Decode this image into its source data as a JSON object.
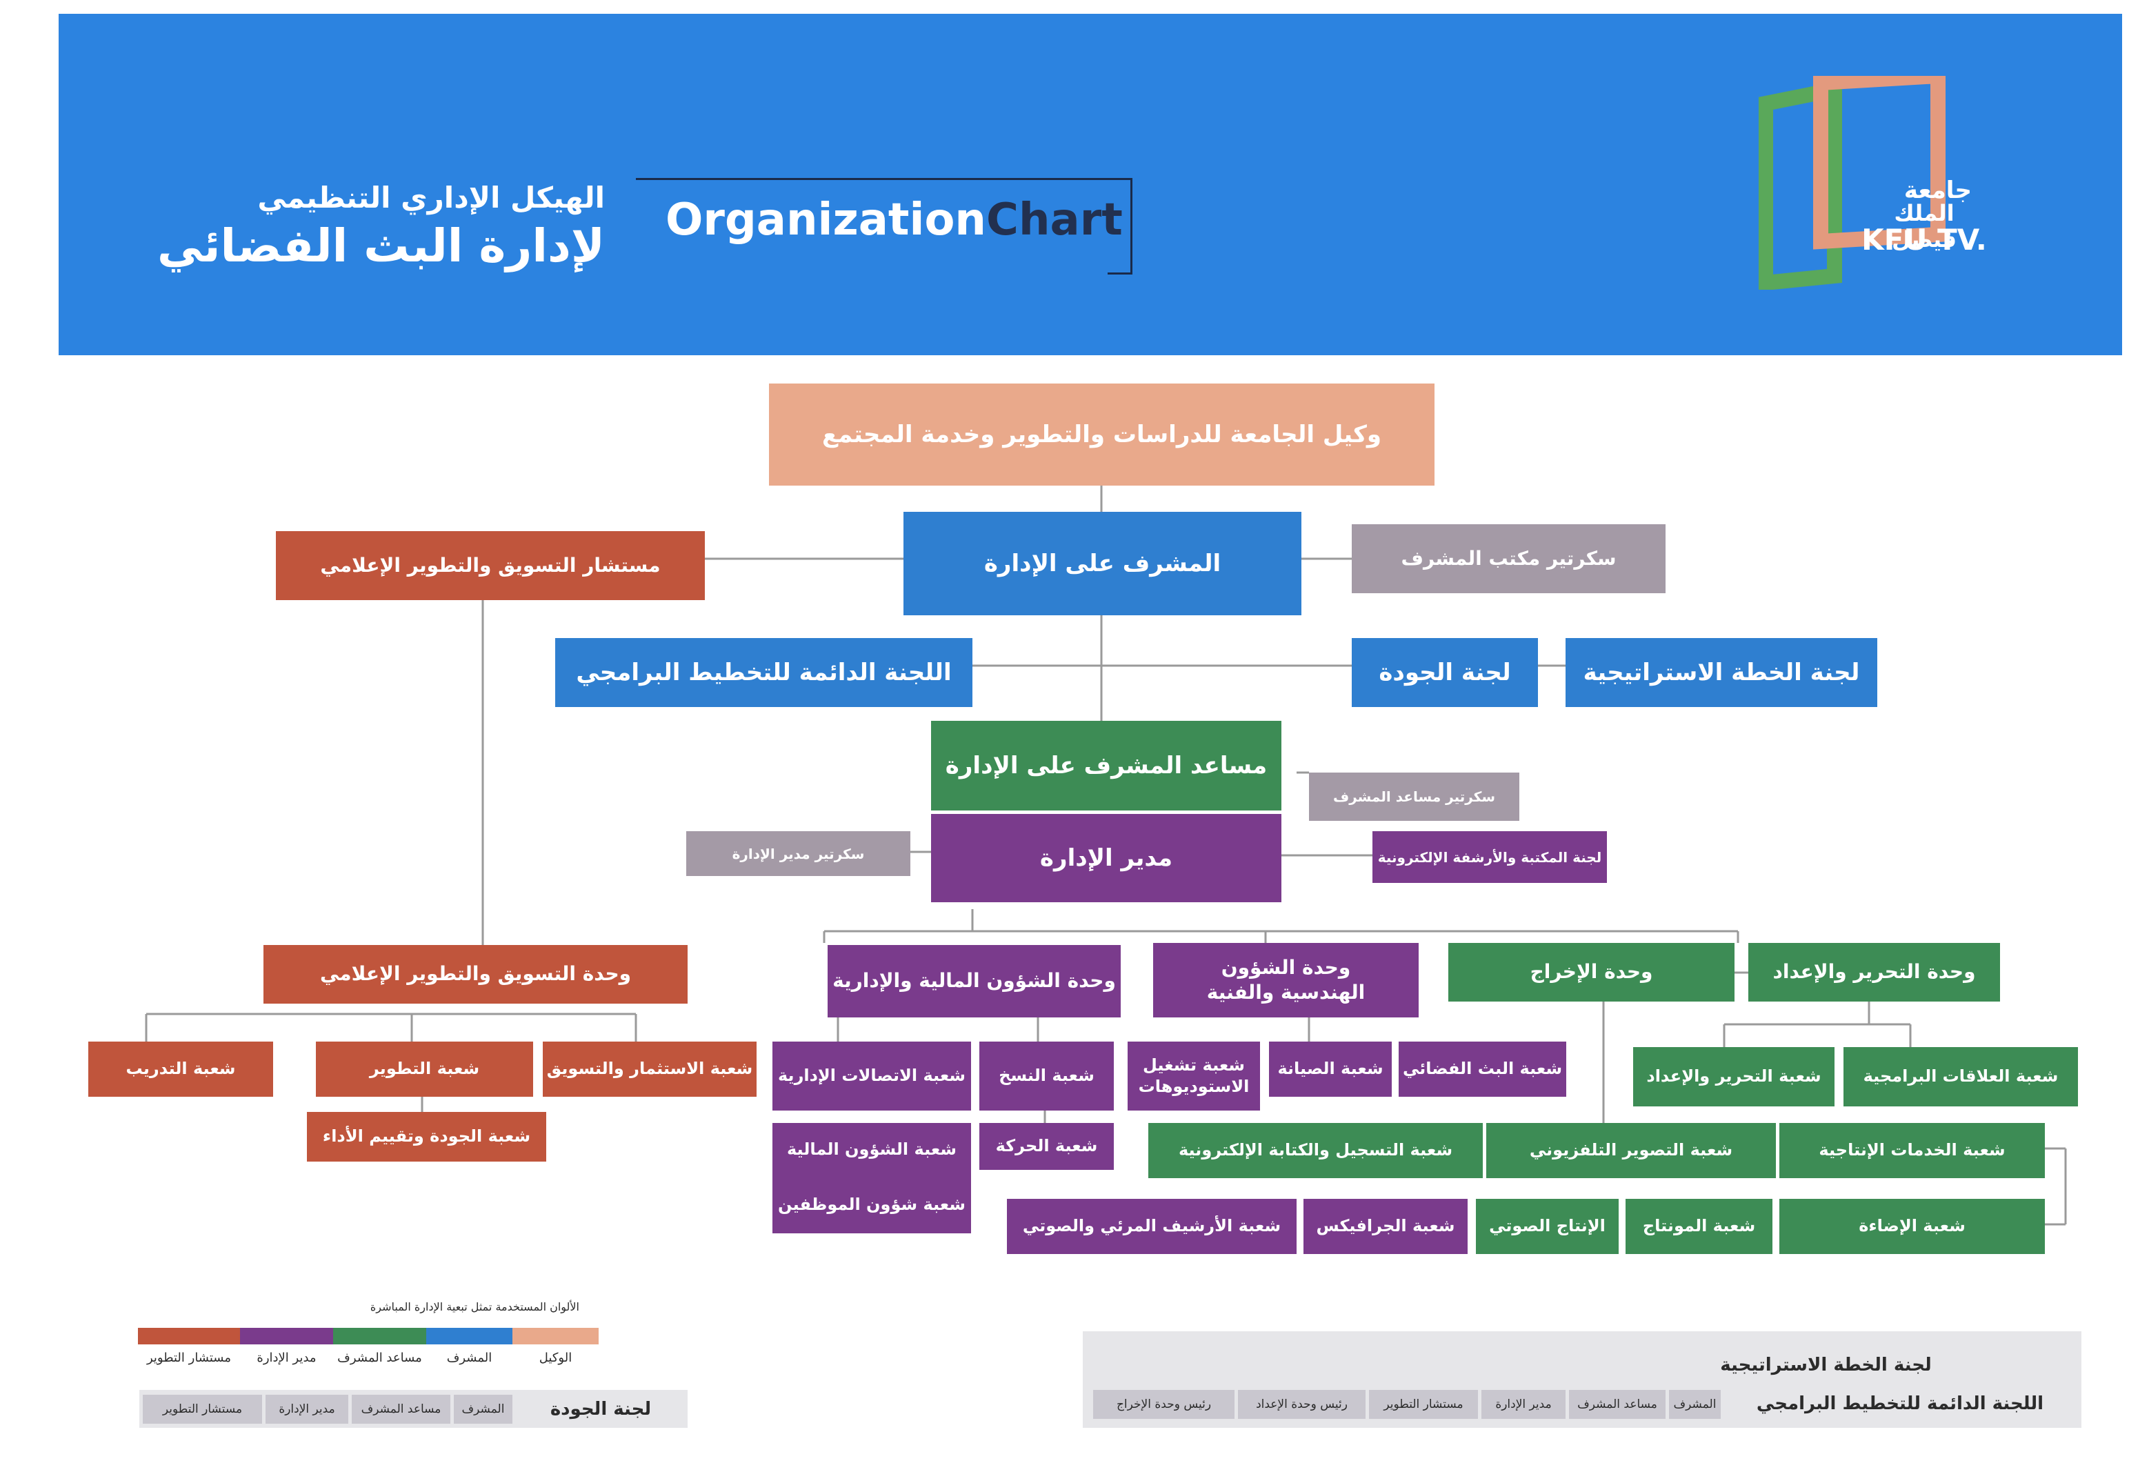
{
  "colors": {
    "header_bg": "#2c83e0",
    "wakeel": "#e9a98b",
    "supervisor": "#2f7fd0",
    "assistant": "#3d8c55",
    "director": "#7a3b8c",
    "consultant": "#c0553c",
    "secretary": "#a49aa6",
    "line": "#9a9a9a",
    "logo_green": "#5aa85a",
    "logo_salmon": "#e39a7e"
  },
  "header": {
    "title_line1": "الهيكل الإداري التنظيمي",
    "title_line2": "لإدارة البث الفضائي",
    "chart_word1": "Organization",
    "chart_word2": "Chart",
    "logo_line1": "جامعة",
    "logo_line2": "الملك فيصل",
    "logo_line3": "KFU TV."
  },
  "nodes": {
    "wakeel": "وكيل الجامعة للدراسات والتطوير وخدمة المجتمع",
    "supervisor": "المشرف على الإدارة",
    "supervisor_secretary": "سكرتير مكتب المشرف",
    "marketing_consultant": "مستشار التسويق والتطوير الإعلامي",
    "program_committee": "اللجنة الدائمة للتخطيط البرامجي",
    "quality_committee": "لجنة الجودة",
    "strategy_committee": "لجنة الخطة الاستراتيجية",
    "assistant": "مساعد المشرف على الإدارة",
    "assistant_secretary": "سكرتير مساعد المشرف",
    "director": "مدير الإدارة",
    "director_secretary": "سكرتير مدير الإدارة",
    "library_committee": "لجنة المكتبة والأرشفة الإلكترونية",
    "marketing_unit": "وحدة التسويق والتطوير الإعلامي",
    "finance_unit": "وحدة الشؤون المالية والإدارية",
    "engineering_unit": "وحدة الشؤون الهندسية والفنية",
    "production_unit": "وحدة الإخراج",
    "editing_unit": "وحدة التحرير والإعداد",
    "training": "شعبة التدريب",
    "development": "شعبة التطوير",
    "investment": "شعبة الاستثمار والتسويق",
    "quality_eval": "شعبة الجودة وتقييم الأداء",
    "admin_comm": "شعبة الاتصالات الإدارية",
    "copying": "شعبة النسخ",
    "financial": "شعبة الشؤون المالية",
    "movement": "شعبة الحركة",
    "employees": "شعبة شؤون الموظفين",
    "studio_ops": "شعبة تشغيل الاستوديوهات",
    "maintenance": "شعبة الصيانة",
    "satellite": "شعبة البث الفضائي",
    "edit_prep": "شعبة التحرير والإعداد",
    "program_relations": "شعبة العلاقات البرامجية",
    "recording": "شعبة التسجيل والكتابة الإلكترونية",
    "tv_photo": "شعبة التصوير التلفزيوني",
    "production_services": "شعبة الخدمات الإنتاجية",
    "archive": "شعبة الأرشيف المرئي والصوتي",
    "graphics": "شعبة الجرافيكس",
    "audio": "الإنتاج الصوتي",
    "montage": "شعبة المونتاج",
    "lighting": "شعبة الإضاءة"
  },
  "legend": {
    "title": "الألوان المستخدمة تمثل تبعية الإدارة المباشرة",
    "items": [
      "الوكيل",
      "المشرف",
      "مساعد المشرف",
      "مدير الإدارة",
      "مستشار التطوير"
    ]
  },
  "quality_panel": {
    "label": "لجنة الجودة",
    "members": [
      "المشرف",
      "مساعد المشرف",
      "مدير الإدارة",
      "مستشار التطوير"
    ]
  },
  "strategy_panel": {
    "label1": "لجنة الخطة الاستراتيجية",
    "label2": "اللجنة الدائمة للتخطيط البرامجي",
    "members": [
      "المشرف",
      "مساعد المشرف",
      "مدير الإدارة",
      "مستشار التطوير",
      "رئيس وحدة الإعداد",
      "رئيس وحدة الإخراج"
    ]
  }
}
